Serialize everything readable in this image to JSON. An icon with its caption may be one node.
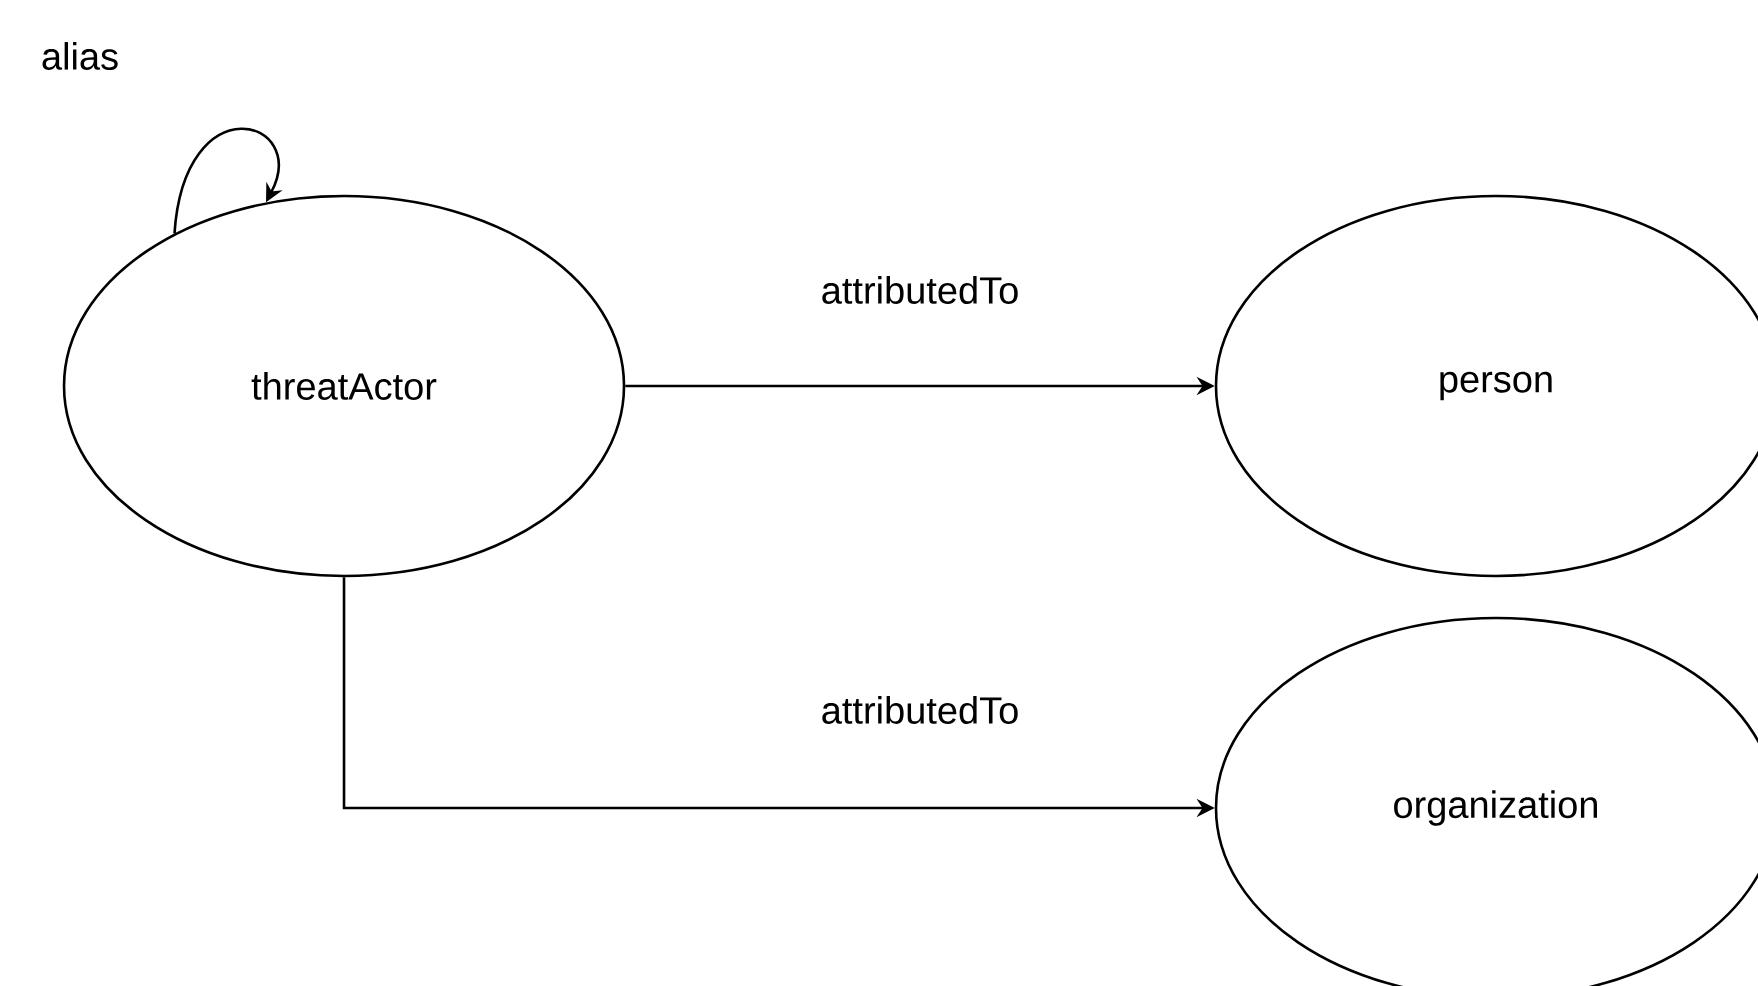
{
  "diagram": {
    "nodes": [
      {
        "text": [
          "threatActor"
        ]
      },
      {
        "text": [
          "person"
        ]
      },
      {
        "text": [
          "organization"
        ]
      }
    ],
    "edges": [
      {
        "from": 0,
        "to": 0,
        "arrow": "to",
        "label": "alias"
      },
      {
        "from": 0,
        "to": 1,
        "arrow": "to",
        "label": "attributedTo"
      },
      {
        "from": 0,
        "to": 2,
        "arrow": "to",
        "label": "attributedTo"
      }
    ]
  }
}
